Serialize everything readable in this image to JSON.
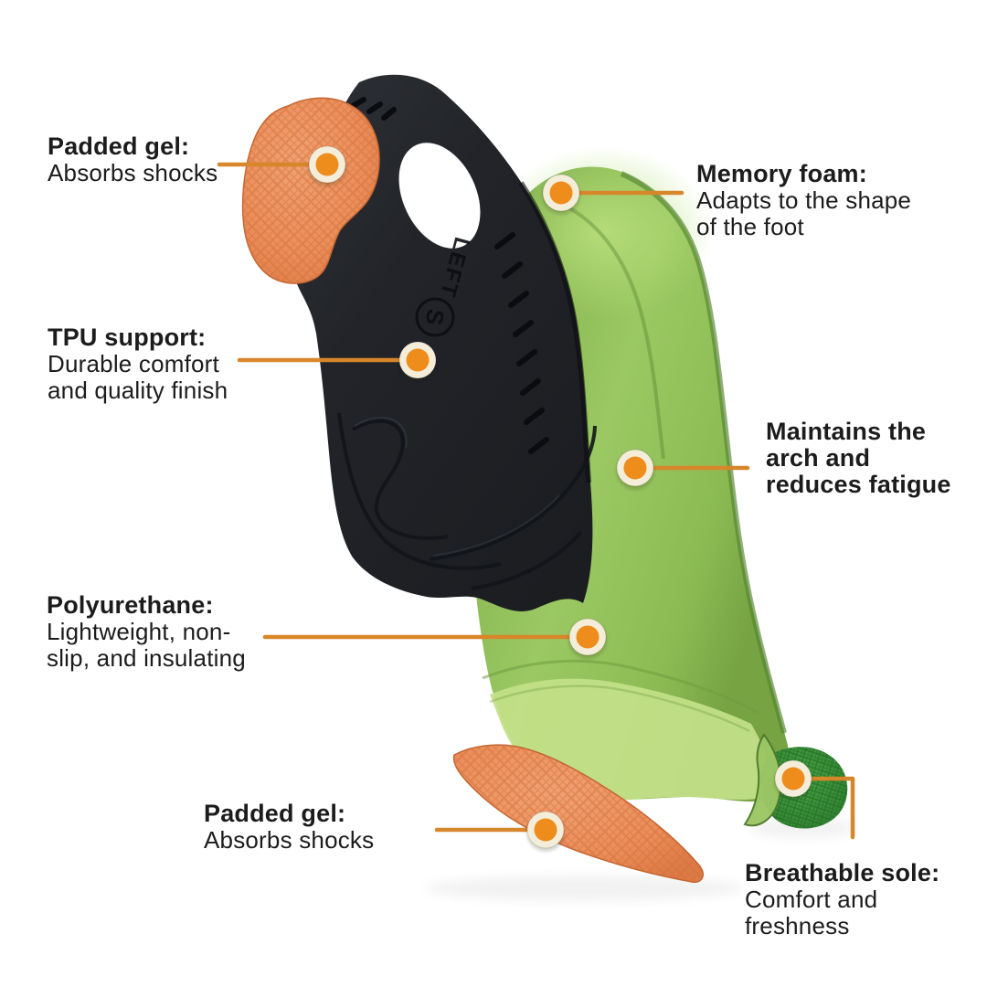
{
  "colors": {
    "background": "#ffffff",
    "text": "#1c1c1c",
    "connector": "#d8862a",
    "dot_fill": "#ee8c1c",
    "dot_ring": "#f4edda",
    "insole_green": "#96c45f",
    "insole_green_light": "#c3e189",
    "insole_green_edge": "#5d8c36",
    "tpu_black": "#212329",
    "gel_orange": "#ec9160",
    "gel_orange_texture": "#d2713b",
    "sole_green_dark": "#3f9b3d"
  },
  "product": {
    "side_label": "LEFT",
    "size_label": "S"
  },
  "callouts": {
    "padded_gel_top": {
      "title": "Padded gel:",
      "desc1": "Absorbs shocks"
    },
    "memory_foam": {
      "title": "Memory foam:",
      "desc1": "Adapts to the shape",
      "desc2": "of the foot"
    },
    "tpu_support": {
      "title": "TPU support:",
      "desc1": "Durable comfort",
      "desc2": "and quality finish"
    },
    "maintains_arch": {
      "title1": "Maintains the",
      "title2": "arch and",
      "title3": "reduces fatigue"
    },
    "polyurethane": {
      "title": "Polyurethane:",
      "desc1": "Lightweight, non-",
      "desc2": "slip, and insulating"
    },
    "padded_gel_bottom": {
      "title": "Padded gel:",
      "desc1": "Absorbs shocks"
    },
    "breathable_sole": {
      "title": "Breathable sole:",
      "desc1": "Comfort and",
      "desc2": "freshness"
    }
  }
}
